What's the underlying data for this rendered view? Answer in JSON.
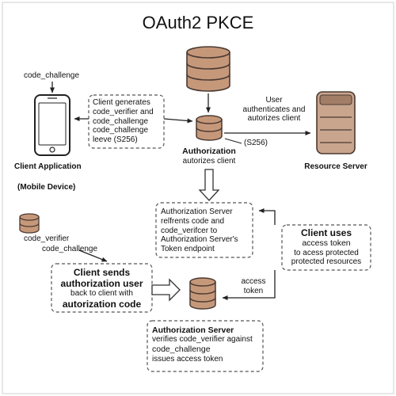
{
  "title": "OAuth2 PKCE",
  "labels": {
    "code_challenge_top": "code_challenge",
    "client_application": "Client Application",
    "mobile_device": "(Mobile Device)",
    "authorization": "Authorization",
    "authorizes_client": "autorizes client",
    "s256": "(S256)",
    "user_authenticates": [
      "User",
      "authenticates and",
      "autorizes client"
    ],
    "resource_server": "Resource Server",
    "code_verifier": "code_verifier",
    "code_challenge_lower": "code_challenge",
    "access_token": [
      "access",
      "token"
    ]
  },
  "boxes": {
    "client_generates": [
      "Client generates",
      "code_verifier and",
      "code_challenge",
      "code_challenge",
      "leeve (S256)"
    ],
    "auth_server_refrents": [
      "Authorization Server",
      "relfrents code and",
      "code_verifcer to",
      "Authorization Server's",
      "Token endpoint"
    ],
    "client_uses": {
      "heading": [
        "Client uses",
        "access token"
      ],
      "body": [
        "to acess protected",
        "protected resources"
      ]
    },
    "client_sends": {
      "line1": "Client sends",
      "line2": "authorization user",
      "line3": "back to client with",
      "line4": "autorization code"
    },
    "auth_server_verifies": {
      "heading": "Authorization Server",
      "line2": "verifies code_verifier against",
      "line3": "code_challenge",
      "line4": "issues access token"
    }
  },
  "colors": {
    "db_fill": "#c6987a",
    "db_stroke": "#4a3a32",
    "server_fill": "#c9a58d",
    "server_dark": "#a27e67",
    "stroke": "#222222",
    "dashed": "#555555"
  }
}
